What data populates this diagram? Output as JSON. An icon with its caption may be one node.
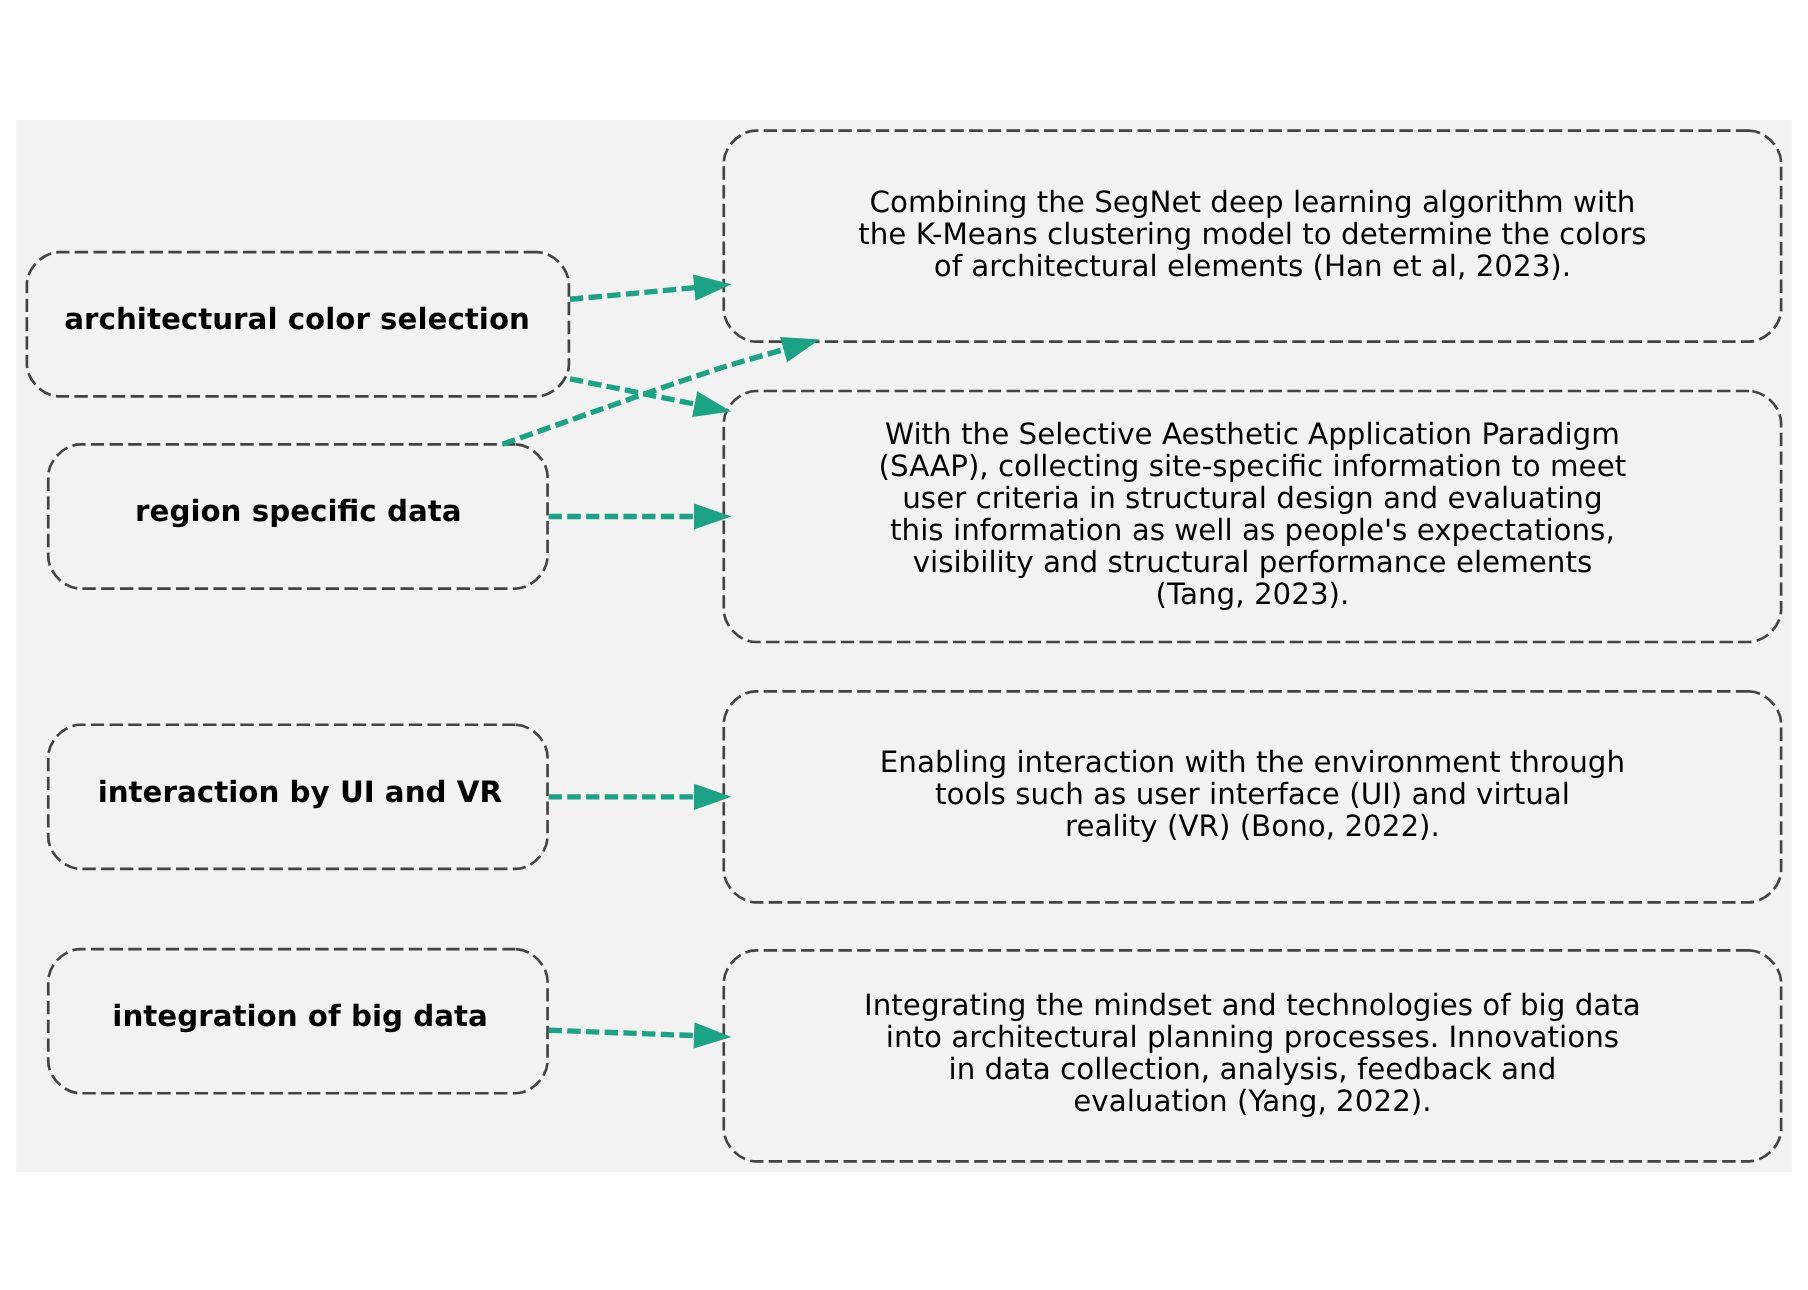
{
  "diagram": {
    "nodes": [
      {
        "text": [
          "architectural color selection"
        ]
      },
      {
        "text": [
          "region specific data"
        ]
      },
      {
        "text": [
          "interaction by UI and VR"
        ]
      },
      {
        "text": [
          "integration of big data"
        ]
      },
      {
        "text": [
          "Combining the SegNet deep learning algorithm with the K-Means clustering model to determine the colors of architectural elements (Han et al, 2023)."
        ]
      },
      {
        "text": [
          "With the Selective Aesthetic Application Paradigm (SAAP), collecting site-specific information to meet user criteria in structural design and evaluating this information as well as people's expectations, visibility and structural performance elements (Tang, 2023)."
        ]
      },
      {
        "text": [
          "Enabling interaction with the environment through tools such as user interface (UI) and virtual reality (VR) (Bono, 2022)."
        ]
      },
      {
        "text": [
          "Integrating the mindset and technologies of big data into architectural planning processes. Innovations in data collection, analysis, feedback and evaluation (Yang, 2022)."
        ]
      }
    ],
    "edges": [
      {
        "from": 0,
        "to": 4,
        "arrow": "to",
        "style": "dashed"
      },
      {
        "from": 0,
        "to": 5,
        "arrow": "to",
        "style": "dashed"
      },
      {
        "from": 1,
        "to": 4,
        "arrow": "to",
        "style": "dashed"
      },
      {
        "from": 1,
        "to": 5,
        "arrow": "to",
        "style": "dashed"
      },
      {
        "from": 2,
        "to": 6,
        "arrow": "to",
        "style": "dashed"
      },
      {
        "from": 3,
        "to": 7,
        "arrow": "to",
        "style": "dashed"
      }
    ]
  }
}
